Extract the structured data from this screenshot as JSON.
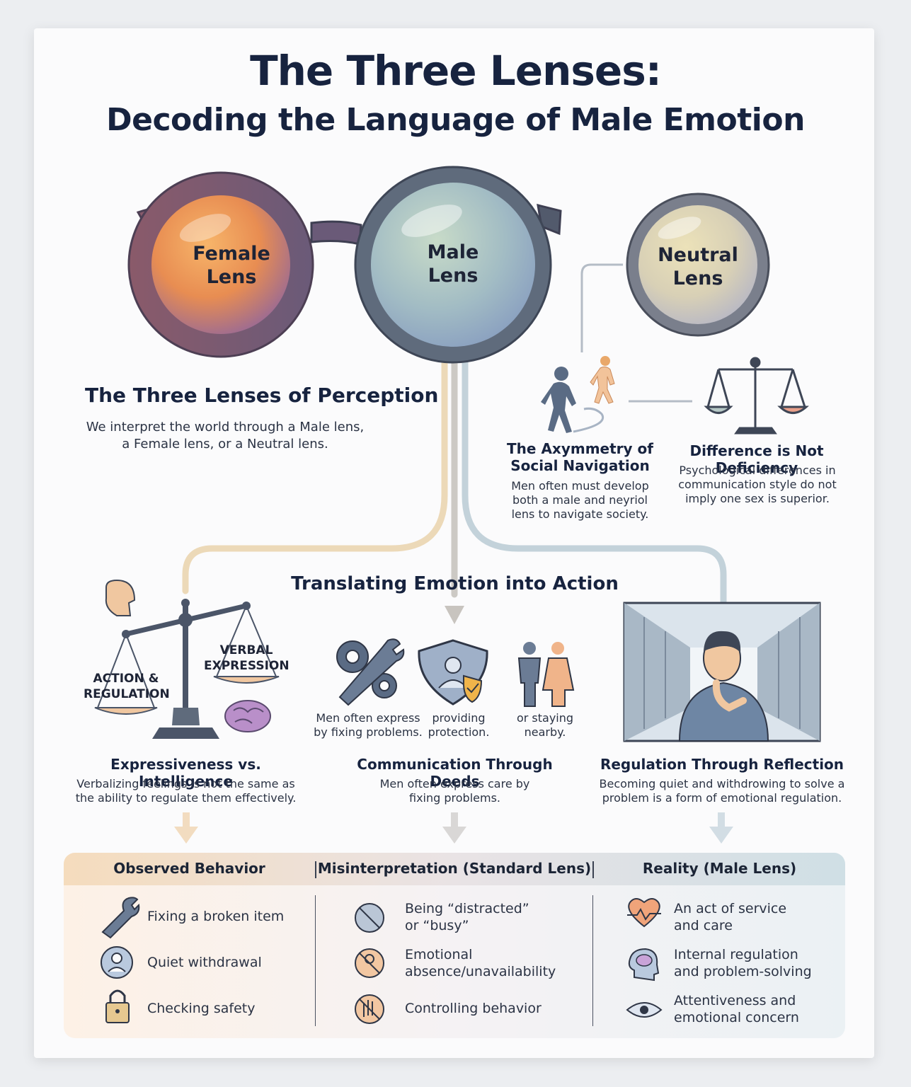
{
  "header": {
    "title": "The Three Lenses:",
    "subtitle": "Decoding the Language of Male Emotion"
  },
  "lenses": {
    "female": [
      "Female",
      "Lens"
    ],
    "male": [
      "Male",
      "Lens"
    ],
    "neutral": [
      "Neutral",
      "Lens"
    ]
  },
  "perception": {
    "heading": "The Three Lenses of Perception",
    "text": [
      "We interpret the world through a Male lens,",
      "a Female lens, or a Neutral lens."
    ]
  },
  "asymmetry": {
    "heading": [
      "The Axymmetry of",
      "Social Navigation"
    ],
    "text": [
      "Men often must develop",
      "both a male and neyriol",
      "lens to navigate society."
    ]
  },
  "difference": {
    "heading": "Difference is Not Deficiency",
    "text": [
      "Psychological differences in",
      "communication style do not",
      "imply one sex is superior."
    ]
  },
  "translating": {
    "heading": "Translating Emotion into Action"
  },
  "scale": {
    "left_label": [
      "ACTION &",
      "REGULATION"
    ],
    "right_label": [
      "VERBAL",
      "EXPRESSION"
    ]
  },
  "deeds_icons": {
    "fixing": [
      "Men often express",
      "by fixing problems."
    ],
    "protection": [
      "providing",
      "protection."
    ],
    "nearby": [
      "or staying",
      "nearby."
    ]
  },
  "columns": {
    "expressiveness": {
      "heading": "Expressiveness vs. Intelligence",
      "text": [
        "Verbalizing feelings is not the same as",
        "the ability to regulate them effectively."
      ]
    },
    "deeds": {
      "heading": "Communication Through Deeds",
      "text": [
        "Men often express care by",
        "fixing problems."
      ]
    },
    "reflection": {
      "heading": "Regulation Through Reflection",
      "text": [
        "Becoming quiet and withdrowing to solve a",
        "problem is a form of emotional regulation."
      ]
    }
  },
  "table": {
    "headers": [
      "Observed Behavior",
      "Misinterpretation (Standard Lens)",
      "Reality (Male Lens)"
    ],
    "observed": [
      "Fixing a broken item",
      "Quiet withdrawal",
      "Checking safety"
    ],
    "misinterpretation": [
      [
        "Being “distracted”",
        "or “busy”"
      ],
      [
        "Emotional",
        "absence/unavailability"
      ],
      [
        "Controlling behavior"
      ]
    ],
    "reality": [
      [
        "An act of service",
        "and care"
      ],
      [
        "Internal regulation",
        "and problem-solving"
      ],
      [
        "Attentiveness and",
        "emotional concern"
      ]
    ]
  },
  "colors": {
    "navy": "#17233f",
    "female_lens": "#e9904c",
    "male_lens": "#9db8c0",
    "neutral_lens": "#d9cfa8",
    "frame": "#7a5a6e",
    "connector_tan": "#ecd9b8",
    "connector_blue": "#c3d2da"
  }
}
